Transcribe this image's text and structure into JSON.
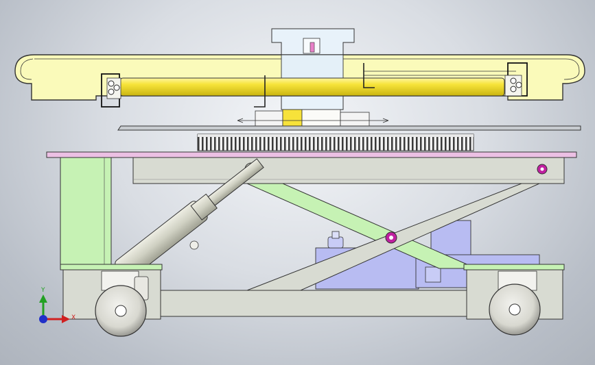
{
  "scene": {
    "description_type": "cad-3d-side-view",
    "colors": {
      "background_center": "#f4f6f9",
      "background_edge": "#aeb4bd",
      "tray": "#fafaba",
      "roller": "#f2e21a",
      "platform_top": "#e8b8e0",
      "frame_gray": "#d6d9d0",
      "green_part": "#c6f2b4",
      "motor_blue": "#b8bcf2",
      "cylinder_gray": "#d0d2c4",
      "bolt_magenta": "#c020a0",
      "gear_dark": "#404040",
      "column_blue": "#e4f0f8"
    }
  },
  "triad": {
    "y_label": "Y",
    "x_label": "X"
  }
}
